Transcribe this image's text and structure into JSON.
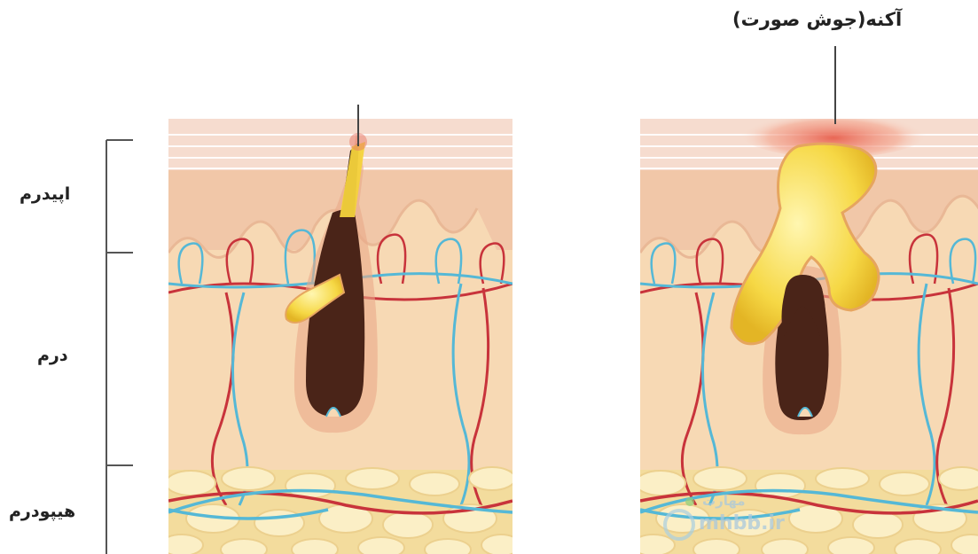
{
  "labels": {
    "epidermis": "اپیدرم",
    "dermis": "درم",
    "hypodermis": "هیپودرم",
    "acne_callout": "آکنه(جوش صورت)"
  },
  "watermark": {
    "text": "mhbb.ir",
    "brand": "مهارت"
  },
  "colors": {
    "surface_stripe": "#f6dccf",
    "epidermis": "#f1c7a8",
    "dermis": "#f7d9b4",
    "hypodermis": "#f3dc9d",
    "fat_cell": "#fbefc6",
    "follicle": "#4a2418",
    "sebum": "#f4d33c",
    "artery": "#c8333b",
    "vein": "#55b8d6",
    "inflammation": "#ee8a7a"
  }
}
